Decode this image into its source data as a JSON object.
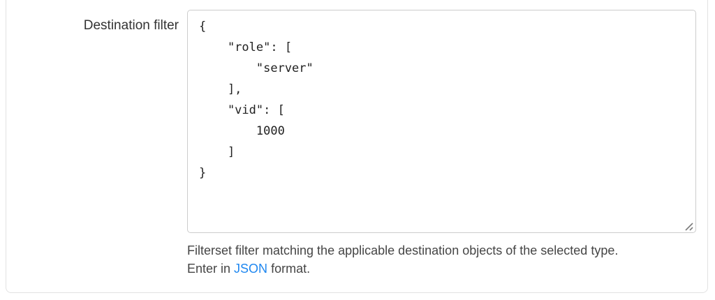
{
  "form": {
    "label": "Destination filter",
    "destination_filter": {
      "value": "{\n    \"role\": [\n        \"server\"\n    ],\n    \"vid\": [\n        1000\n    ]\n}"
    },
    "help": {
      "line1": "Filterset filter matching the applicable destination objects of the selected type.",
      "line2_prefix": "Enter in ",
      "link_text": "JSON",
      "line2_suffix": " format."
    }
  },
  "colors": {
    "link_blue": "#1e87f0",
    "label_text": "#333333",
    "help_text": "#454545",
    "textarea_border": "#cccccc",
    "panel_border": "#e2e2e2"
  }
}
